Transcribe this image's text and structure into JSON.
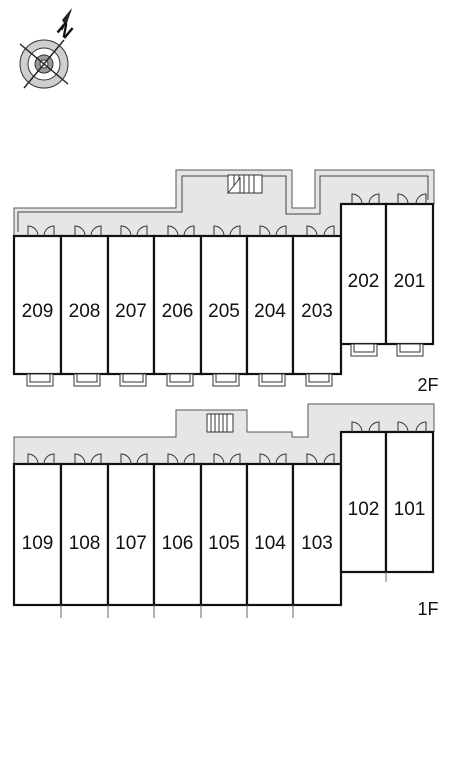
{
  "compass": {
    "north_label": "N"
  },
  "floors": [
    {
      "floor_label": "2F",
      "units": [
        "209",
        "208",
        "207",
        "206",
        "205",
        "204",
        "203",
        "202",
        "201"
      ]
    },
    {
      "floor_label": "1F",
      "units": [
        "109",
        "108",
        "107",
        "106",
        "105",
        "104",
        "103",
        "102",
        "101"
      ]
    }
  ],
  "colors": {
    "corridor": "#e6e6e6",
    "wall": "#111111",
    "background": "#ffffff"
  }
}
